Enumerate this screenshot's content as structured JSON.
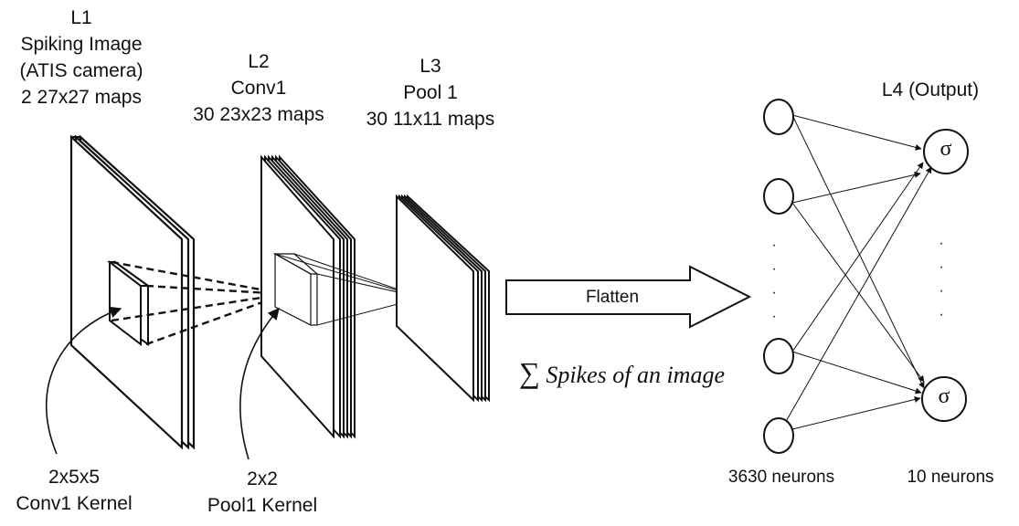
{
  "layers": {
    "l1": {
      "name": "L1",
      "title": "Spiking Image",
      "subtitle": "(ATIS camera)",
      "maps": "2 27x27 maps"
    },
    "l2": {
      "name": "L2",
      "title": "Conv1",
      "maps": "30 23x23 maps"
    },
    "l3": {
      "name": "L3",
      "title": "Pool 1",
      "maps": "30 11x11 maps"
    },
    "l4": {
      "name": "L4 (Output)"
    }
  },
  "kernels": {
    "conv": {
      "size": "2x5x5",
      "label": "Conv1 Kernel"
    },
    "pool": {
      "size": "2x2",
      "label": "Pool1 Kernel"
    }
  },
  "flatten": {
    "label": "Flatten",
    "sum_symbol": "∑",
    "sum_text": "Spikes of an image"
  },
  "neurons": {
    "input_count": "3630 neurons",
    "output_count": "10 neurons",
    "output_symbol": "σ",
    "ellipsis": "·"
  }
}
